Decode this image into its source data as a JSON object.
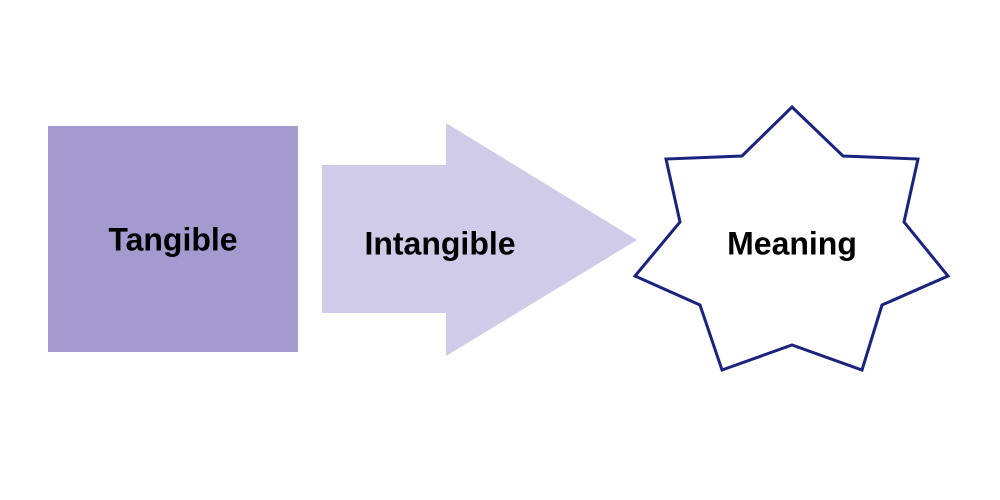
{
  "diagram": {
    "nodes": [
      {
        "id": "tangible",
        "label": "Tangible",
        "shape": "square",
        "fill": "#a59ad0"
      },
      {
        "id": "intangible",
        "label": "Intangible",
        "shape": "arrow",
        "fill": "#d0cbe8"
      },
      {
        "id": "meaning",
        "label": "Meaning",
        "shape": "star",
        "fill": "#ffffff",
        "stroke": "#1a237e"
      }
    ]
  }
}
